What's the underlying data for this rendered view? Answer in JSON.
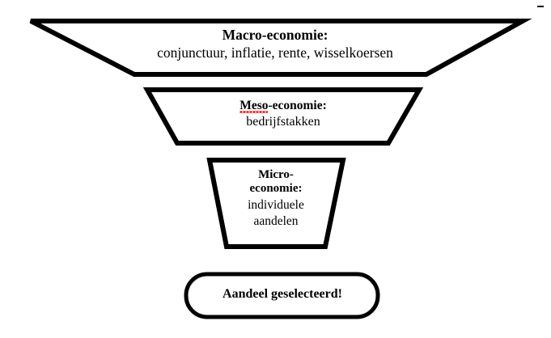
{
  "diagram": {
    "type": "funnel",
    "orientation": "top-down",
    "background_color": "#ffffff",
    "outline_color": "#000000",
    "spellcheck_underline_color": "#e01b1b",
    "language": "nl",
    "tiers": [
      {
        "id": "macro",
        "shape": "trapezoid",
        "title": "Macro-economie:",
        "body": "conjunctuur, inflatie, rente, wisselkoersen",
        "misspelled_fragment": null
      },
      {
        "id": "meso",
        "shape": "trapezoid",
        "title_misspelled": "Meso",
        "title_rest": "-economie:",
        "title": "Meso-economie:",
        "body": "bedrijfstakken",
        "misspelled_fragment": "Meso"
      },
      {
        "id": "micro",
        "shape": "trapezoid",
        "title_line1": "Micro-",
        "title_line2": "economie:",
        "title": "Micro-economie:",
        "body_line1": "individuele",
        "body_line2": "aandelen",
        "body": "individuele aandelen",
        "misspelled_fragment": null
      }
    ],
    "result": {
      "id": "result",
      "shape": "rounded-rectangle",
      "label": "Aandeel geselecteerd!"
    },
    "stray_mark": {
      "present": true,
      "description": "small dash near top-right corner"
    }
  }
}
